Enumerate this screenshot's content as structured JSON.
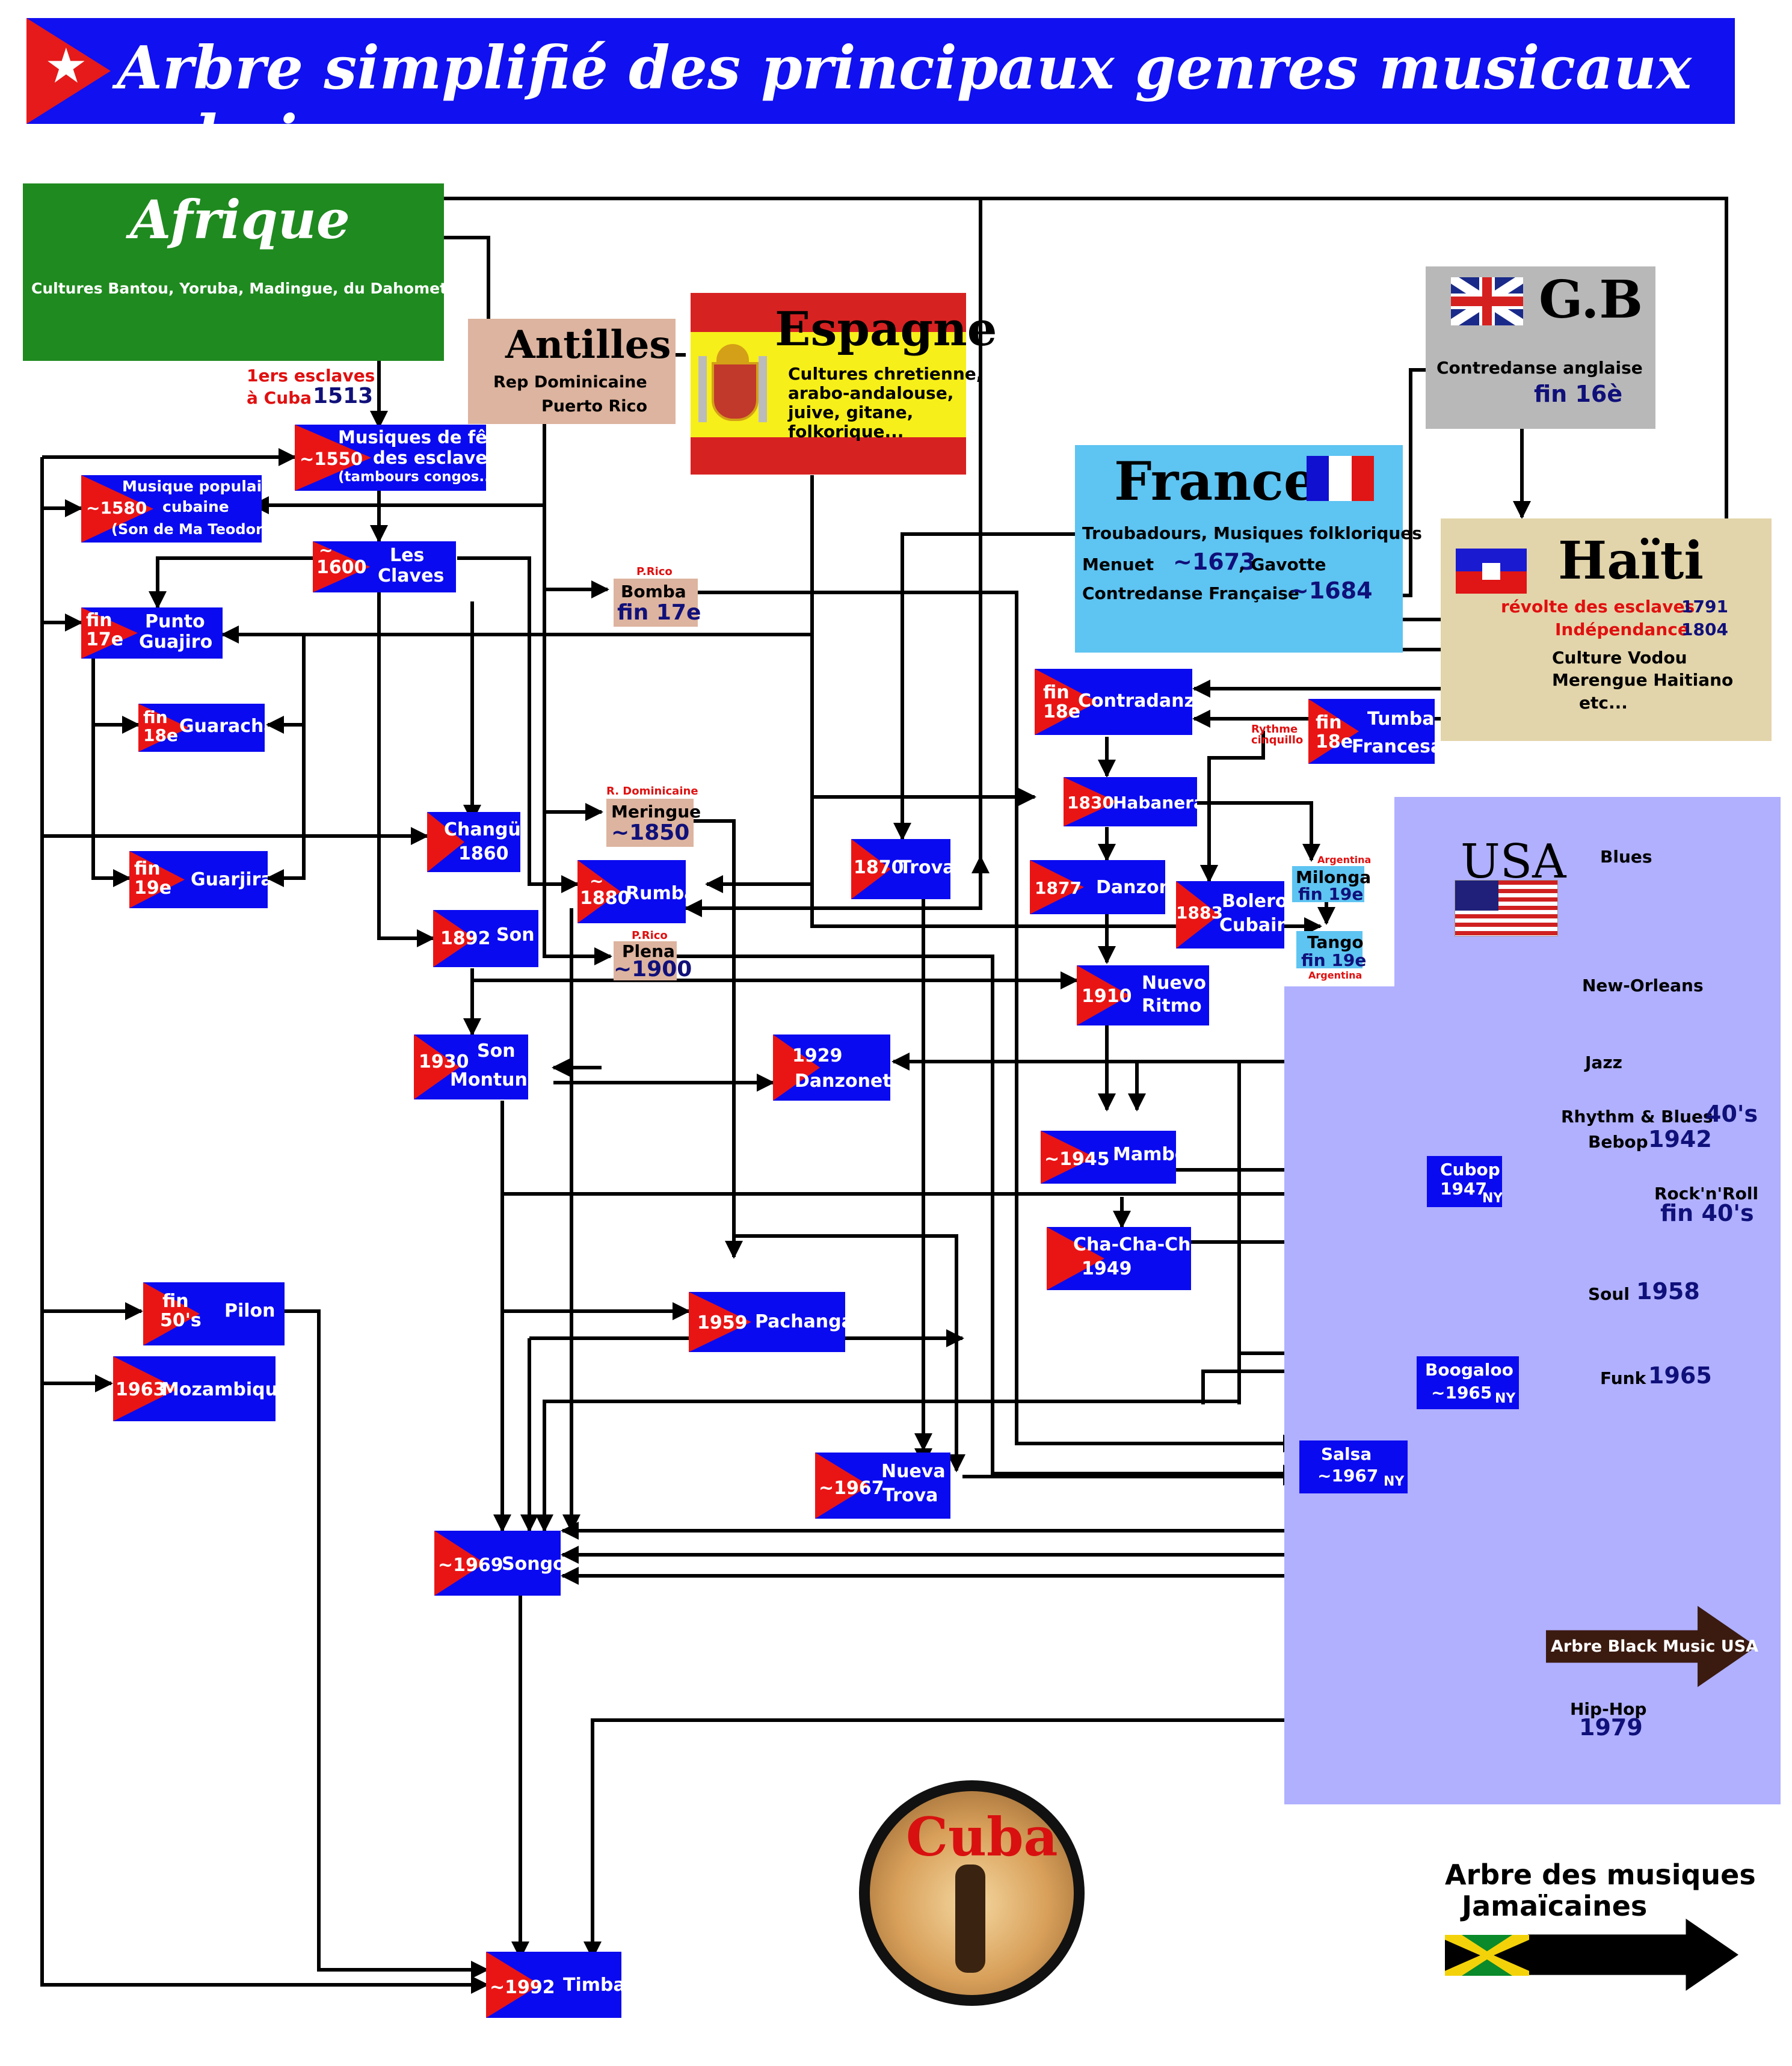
{
  "title": "Arbre simplifié des principaux  genres musicaux cubains",
  "colors": {
    "cuba_blue": "#0a0af0",
    "cuba_red": "#e91515",
    "africa_green": "#1f8a1f",
    "antilles": "#ddb49f",
    "spain_yellow": "#f7ef19",
    "france_blue": "#5ec4f2",
    "gb_grey": "#b8b8b8",
    "haiti_beige": "#e3d5ab",
    "usa_lavender": "#b0b0ff"
  },
  "sources": {
    "afrique": {
      "name": "Afrique",
      "desc": "Cultures Bantou, Yoruba, Madingue, du Dahomet..."
    },
    "antilles": {
      "name": "Antilles",
      "line1": "Rep Dominicaine",
      "line2": "Puerto Rico"
    },
    "espagne": {
      "name": "Espagne",
      "l1": "Cultures chretienne,",
      "l2": "arabo-andalouse,",
      "l3": "juive, gitane,",
      "l4": "folkorique..."
    },
    "gb": {
      "name": "G.B",
      "desc": "Contredanse anglaise",
      "date": "fin 16è"
    },
    "france": {
      "name": "France",
      "desc": "Troubadours, Musiques folkloriques",
      "menuet": "Menuet",
      "menuet_date": "~1673",
      "gavotte": ", Gavotte",
      "contredanse": "Contredanse Française",
      "contredanse_date": "~1684"
    },
    "haiti": {
      "name": "Haïti",
      "revolte": "révolte des esclaves",
      "revolte_date": "1791",
      "indep": "Indépendance",
      "indep_date": "1804",
      "c1": "Culture Vodou",
      "c2": "Merengue Haitiano",
      "c3": "etc..."
    },
    "usa": {
      "name": "USA",
      "blues": "Blues",
      "neworleans": "New-Orleans",
      "jazz": "Jazz",
      "rnb": "Rhythm & Blues",
      "rnb_date": "40's",
      "bebop": "Bebop",
      "bebop_date": "1942",
      "rock": "Rock'n'Roll",
      "rock_date": "fin 40's",
      "soul": "Soul",
      "soul_date": "1958",
      "funk": "Funk",
      "funk_date": "1965",
      "hiphop": "Hip-Hop",
      "hiphop_date": "1979"
    }
  },
  "annotations": {
    "esclaves": "1ers esclaves",
    "cuba": "à Cuba",
    "esclaves_date": "1513",
    "prico1": "P.Rico",
    "rdom": "R. Dominicaine",
    "prico2": "P.Rico",
    "rythme1": "Rythme",
    "rythme2": "cinquillo",
    "arg1": "Argentina",
    "arg2": "Argentina",
    "bomba": "Bomba",
    "bomba_date": "fin 17e",
    "meringue": "Meringue",
    "meringue_date": "~1850",
    "plena": "Plena",
    "plena_date": "~1900",
    "milonga": "Milonga",
    "milonga_date": "fin 19e",
    "tango": "Tango",
    "tango_date": "fin 19e"
  },
  "genres": {
    "fete": {
      "d": "~1550",
      "n1": "Musiques de fête",
      "n2": "des esclaves",
      "n3": "(tambours congos...)"
    },
    "populaire": {
      "d": "~1580",
      "n1": "Musique populaire",
      "n2": "cubaine",
      "n3": "(Son de Ma Teodora)"
    },
    "claves": {
      "d1": "~",
      "d2": "1600",
      "n1": "Les",
      "n2": "Claves"
    },
    "punto": {
      "d1": "fin",
      "d2": "17e",
      "n1": "Punto",
      "n2": "Guajiro"
    },
    "guaracha": {
      "d1": "fin",
      "d2": "18e",
      "n": "Guaracha"
    },
    "guarjira": {
      "d1": "fin",
      "d2": "19e",
      "n": "Guarjira"
    },
    "changui": {
      "n": "Changüi",
      "d": "1860"
    },
    "rumba": {
      "d1": "~",
      "d2": "1880",
      "n": "Rumba"
    },
    "son": {
      "d": "1892",
      "n": "Son"
    },
    "sonmontuno": {
      "d": "1930",
      "n1": "Son",
      "n2": "Montuno"
    },
    "danzonete": {
      "d": "1929",
      "n": "Danzonete"
    },
    "trova": {
      "d": "1870",
      "n": "Trova"
    },
    "contradanza": {
      "d1": "fin",
      "d2": "18e",
      "n": "Contradanza"
    },
    "tumba": {
      "d1": "fin",
      "d2": "18e",
      "n1": "Tumba",
      "n2": "Francesa"
    },
    "habanera": {
      "d": "1830",
      "n": "Habanera"
    },
    "danzon": {
      "d": "1877",
      "n": "Danzon"
    },
    "bolero": {
      "d": "1883",
      "n1": "Bolero",
      "n2": "Cubain"
    },
    "nuevoritmo": {
      "d": "1910",
      "n1": "Nuevo",
      "n2": "Ritmo"
    },
    "mambo": {
      "d": "~1945",
      "n": "Mambo"
    },
    "chachacha": {
      "n": "Cha-Cha-Cha",
      "d": "1949"
    },
    "cubop": {
      "n": "Cubop",
      "d": "1947",
      "ny": "NY"
    },
    "boogaloo": {
      "n": "Boogaloo",
      "d": "~1965",
      "ny": "NY"
    },
    "salsa": {
      "n": "Salsa",
      "d": "~1967",
      "ny": "NY"
    },
    "pachanga": {
      "d": "1959",
      "n": "Pachanga"
    },
    "nuevatrova": {
      "d": "~1967",
      "n1": "Nueva",
      "n2": "Trova"
    },
    "pilon": {
      "d1": "fin",
      "d2": "50's",
      "n": "Pilon"
    },
    "mozambique": {
      "d": "1963",
      "n": "Mozambique"
    },
    "songo": {
      "d": "~1969",
      "n": "Songo"
    },
    "timba": {
      "d": "~1992",
      "n": "Timba"
    }
  },
  "extras": {
    "blackmusic": "Arbre Black Music USA",
    "jamaica1": "Arbre des musiques",
    "jamaica2": "Jamaïcaines",
    "logo": "Cuba"
  },
  "chart_data": {
    "type": "diagram",
    "nodes": [
      "Afrique",
      "Antilles",
      "Espagne",
      "G.B",
      "France",
      "Haïti",
      "USA"
    ]
  }
}
